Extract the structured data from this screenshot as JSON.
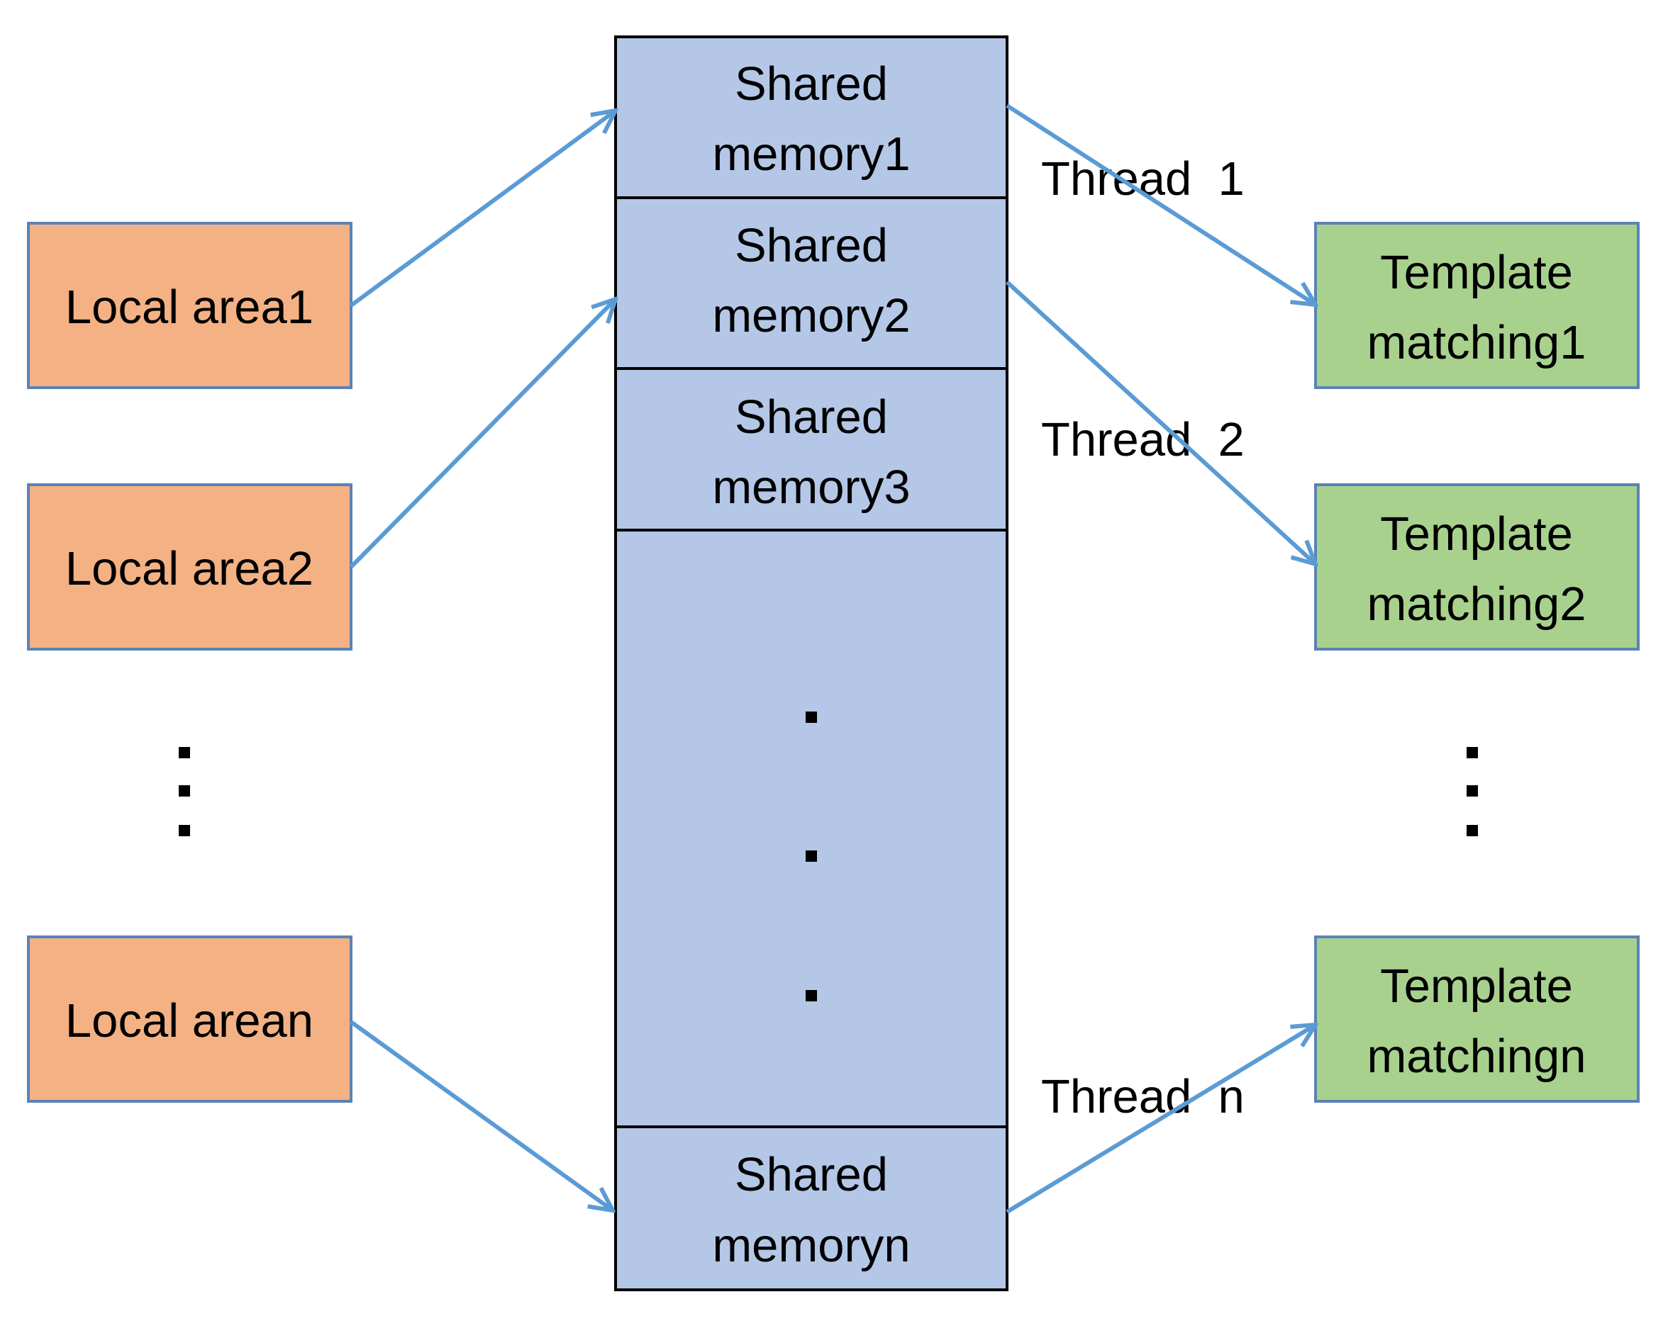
{
  "colors": {
    "local_fill": "#F4B183",
    "local_stroke": "#5B82B6",
    "template_fill": "#A9D18E",
    "template_stroke": "#5B82B6",
    "memory_fill": "#B4C7E7",
    "memory_stroke": "#000000",
    "arrow": "#5B9BD5"
  },
  "local_areas": [
    {
      "label": "Local area1"
    },
    {
      "label": "Local area2"
    },
    {
      "label": "Local arean"
    }
  ],
  "shared_memory": [
    {
      "line1": "Shared",
      "line2": "memory1"
    },
    {
      "line1": "Shared",
      "line2": "memory2"
    },
    {
      "line1": "Shared",
      "line2": "memory3"
    },
    {
      "line1": "Shared",
      "line2": "memoryn"
    }
  ],
  "template_matching": [
    {
      "line1": "Template",
      "line2": "matching1"
    },
    {
      "line1": "Template",
      "line2": "matching2"
    },
    {
      "line1": "Template",
      "line2": "matchingn"
    }
  ],
  "threads": [
    {
      "label": "Thread  1"
    },
    {
      "label": "Thread  2"
    },
    {
      "label": "Thread  n"
    }
  ]
}
